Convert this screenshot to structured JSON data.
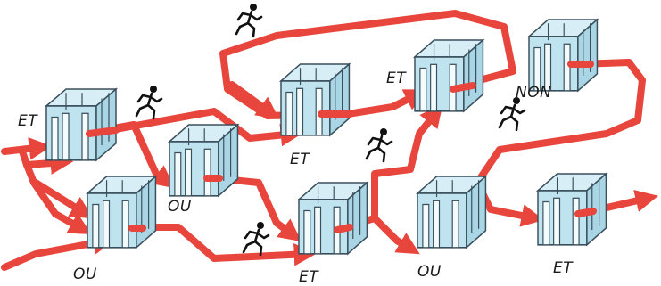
{
  "diagram": {
    "colors": {
      "wire": "#e8453c",
      "gate_fill": "#bfe3ef",
      "gate_edge": "#3a4f5c",
      "runner": "#111111"
    },
    "gates": [
      {
        "id": "g1",
        "label": "ET"
      },
      {
        "id": "g2",
        "label": "OU"
      },
      {
        "id": "g3",
        "label": "OU"
      },
      {
        "id": "g4",
        "label": "ET"
      },
      {
        "id": "g5",
        "label": "ET"
      },
      {
        "id": "g6",
        "label": "ET"
      },
      {
        "id": "g7",
        "label": "OU"
      },
      {
        "id": "g8",
        "label": "NON"
      },
      {
        "id": "g9",
        "label": "ET"
      }
    ],
    "runner_icon": "running-man-icon"
  }
}
